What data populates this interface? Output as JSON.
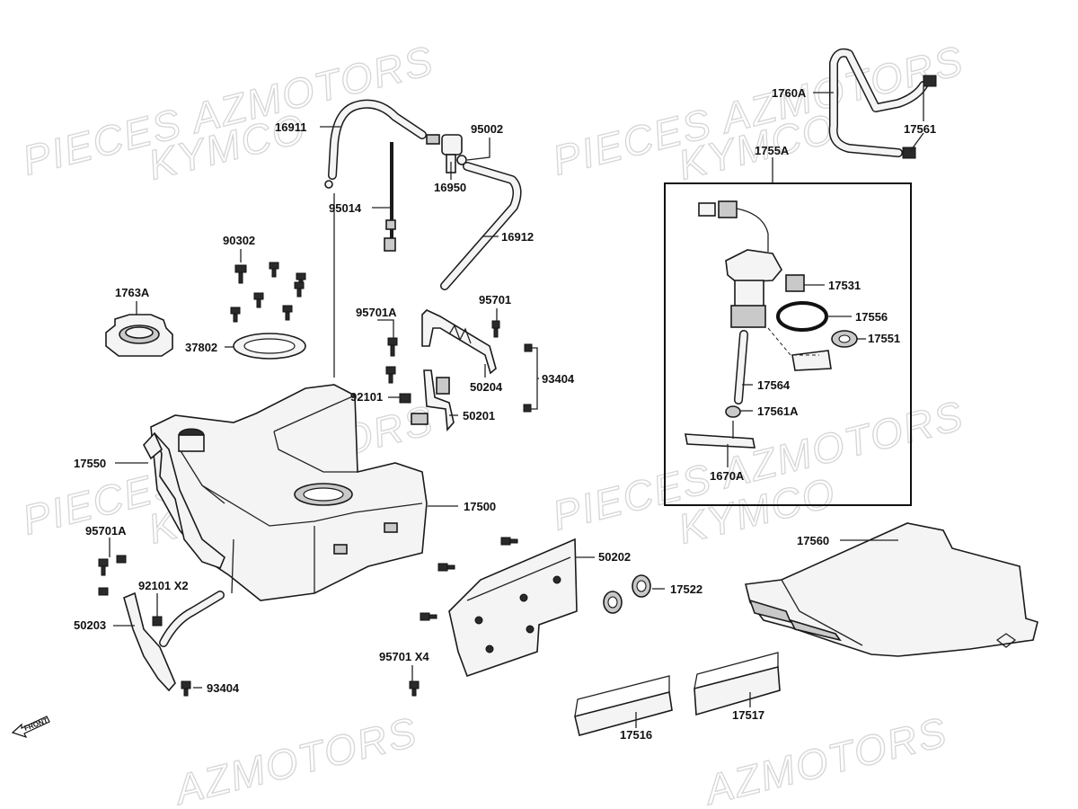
{
  "watermarks": {
    "w1": "PIECES AZMOTORS",
    "w2": "KYMCO",
    "w3": "PIECES AZMOTORS",
    "w4": "KYMCO",
    "w5": "PIECES AZMOTORS",
    "w6": "KYMCO",
    "w7": "PIECES AZMOTORS",
    "w8": "KYMCO",
    "w9": "AZMOTORS",
    "w10": "AZMOTORS"
  },
  "labels": {
    "p16911": "16911",
    "p95002": "95002",
    "p16950": "16950",
    "p95014": "95014",
    "p16912": "16912",
    "p90302": "90302",
    "p1763A": "1763A",
    "p37802": "37802",
    "p95701A_top": "95701A",
    "p95701_top": "95701",
    "p92101_top": "92101",
    "p50204": "50204",
    "p93404_top": "93404",
    "p50201": "50201",
    "p17550": "17550",
    "p17500": "17500",
    "p95701A_left": "95701A",
    "p92101_x2": "92101  X2",
    "p50203": "50203",
    "p93404_bot": "93404",
    "p50202": "50202",
    "p95701_x4": "95701  X4",
    "p17522": "17522",
    "p1760A": "1760A",
    "p17561_top": "17561",
    "p1755A": "1755A",
    "p17531": "17531",
    "p17556": "17556",
    "p17551": "17551",
    "p17564": "17564",
    "p17561A": "17561A",
    "p1670A": "1670A",
    "p17560": "17560",
    "p17516": "17516",
    "p17517": "17517"
  },
  "front_arrow": "FRONT"
}
